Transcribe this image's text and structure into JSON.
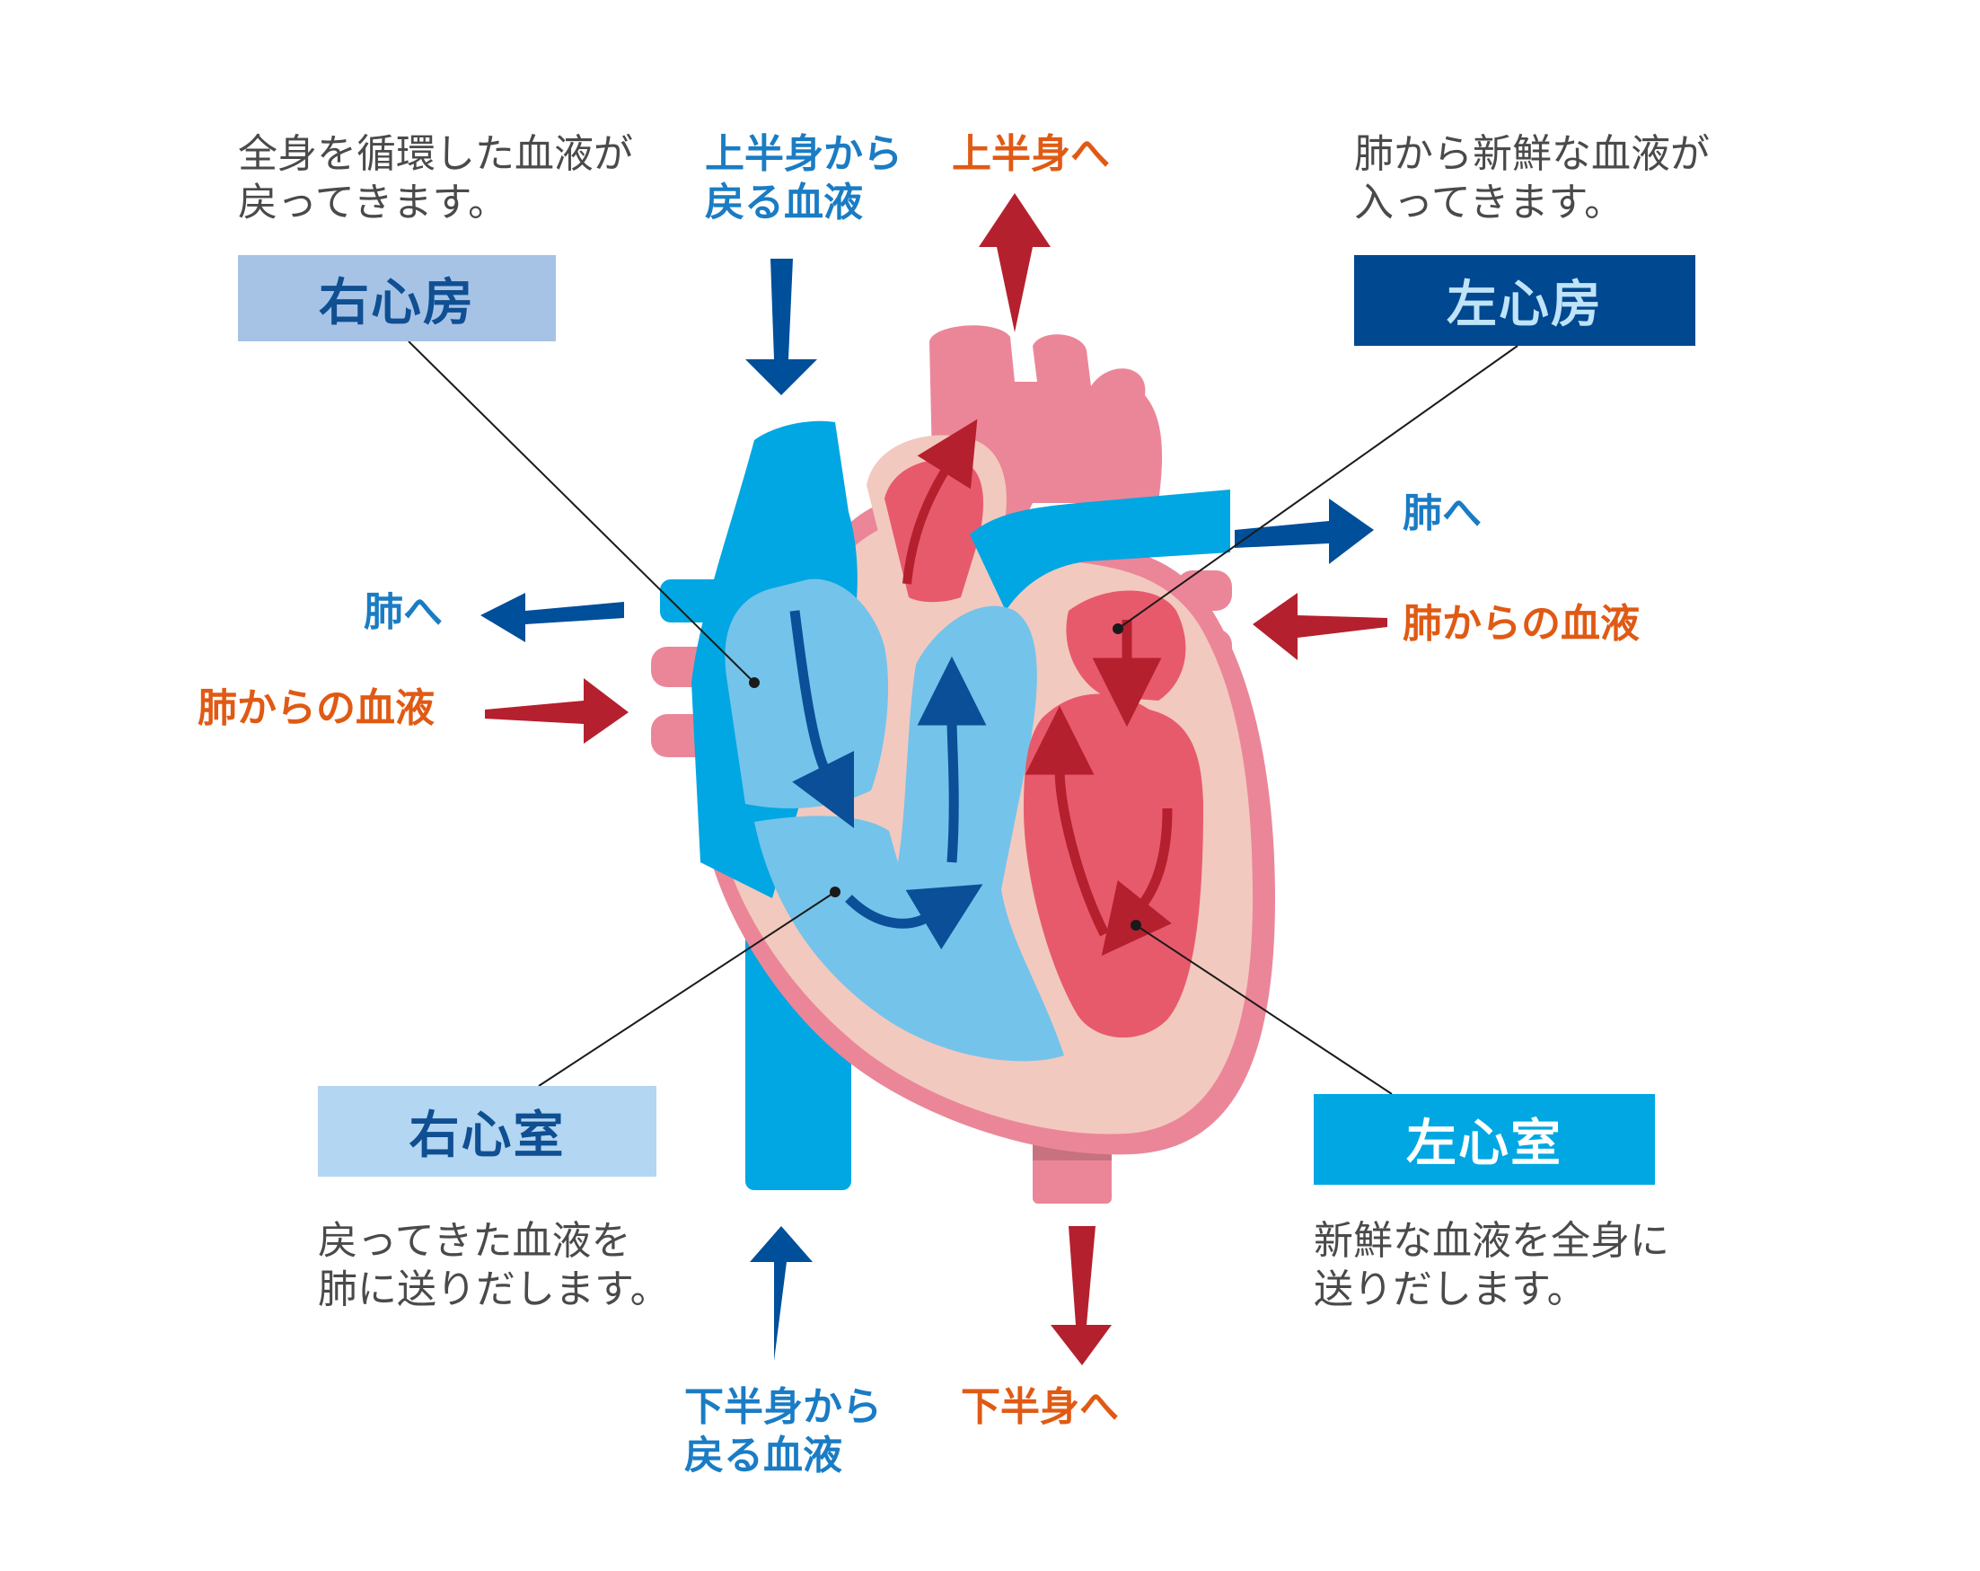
{
  "labels": {
    "right_atrium": "右心房",
    "left_atrium": "左心房",
    "right_ventricle": "右心室",
    "left_ventricle": "左心室"
  },
  "descriptions": {
    "right_atrium": [
      "全身を循環した血液が",
      "戻ってきます。"
    ],
    "left_atrium": [
      "肺から新鮮な血液が",
      "入ってきます。"
    ],
    "right_ventricle": [
      "戻ってきた血液を",
      "肺に送りだします。"
    ],
    "left_ventricle": [
      "新鮮な血液を全身に",
      "送りだします。"
    ]
  },
  "flows": {
    "from_upper_body": [
      "上半身から",
      "戻る血液"
    ],
    "to_upper_body": "上半身へ",
    "from_lower_body": [
      "下半身から",
      "戻る血液"
    ],
    "to_lower_body": "下半身へ",
    "to_lungs_left": "肺へ",
    "from_lungs_left": "肺からの血液",
    "to_lungs_right": "肺へ",
    "from_lungs_right": "肺からの血液"
  },
  "colors": {
    "deoxygenated_arrow": "#004f9a",
    "oxygenated_arrow": "#b5202e",
    "vein_blue": "#00a7e2",
    "chamber_light_blue": "#74c3ea",
    "wall_pink": "#f2c9bf",
    "outer_pink": "#eb8698",
    "chamber_red": "#e75a6c"
  }
}
